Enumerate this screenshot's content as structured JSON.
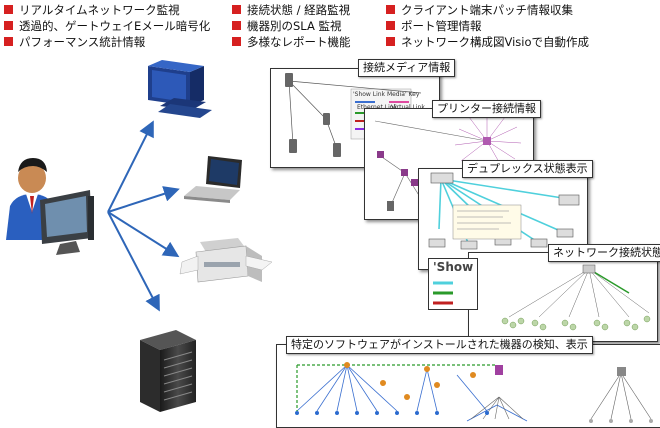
{
  "features": [
    {
      "label": "リアルタイムネットワーク監視"
    },
    {
      "label": "透過的、ゲートウェイEメール暗号化"
    },
    {
      "label": "パフォーマンス統計情報"
    },
    {
      "label": "接続状態 / 経路監視"
    },
    {
      "label": "機器別のSLA 監視"
    },
    {
      "label": "多様なレポート機能"
    },
    {
      "label": "クライアント端末パッチ情報収集"
    },
    {
      "label": "ポート管理情報"
    },
    {
      "label": "ネットワーク構成図Visioで自動作成"
    }
  ],
  "panels": [
    {
      "title": "接続メディア情報",
      "key_title": "'Show Link Media' Key",
      "key_items": [
        "Ethernet Link",
        "Virtual Link"
      ]
    },
    {
      "title": "プリンター接続情報"
    },
    {
      "title": "デュプレックス状態表示"
    },
    {
      "title": "ネットワーク接続状態",
      "key_title": "'Show"
    },
    {
      "title": "特定のソフトウェアがインストールされた機器の検知、表示"
    }
  ],
  "colors": {
    "bullet": "#d62020",
    "arrow": "#2e66b8",
    "cyan_link": "#4fd0dc"
  }
}
